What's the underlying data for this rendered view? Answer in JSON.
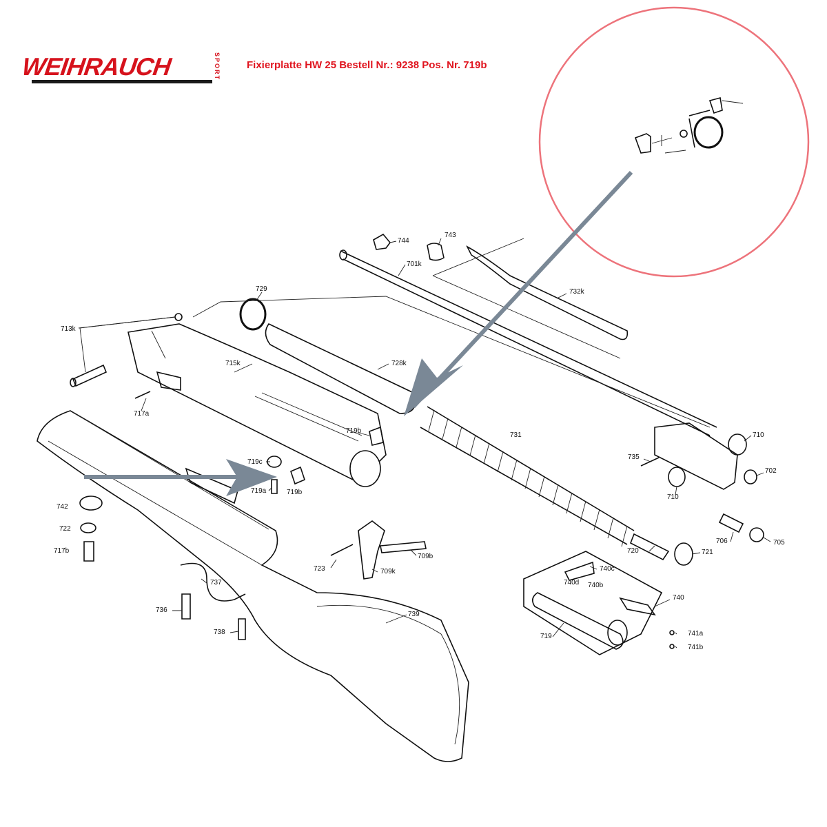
{
  "brand": {
    "name": "WEIHRAUCH",
    "sub": "SPORT",
    "color": "#d6121c"
  },
  "header": {
    "title": "Fixierplatte HW 25 Bestell Nr.: 9238 Pos. Nr. 719b",
    "color": "#e0141e"
  },
  "highlight": {
    "circle_color": "#e8505a",
    "arrow_color": "#7a8896"
  },
  "labels": {
    "p744": "744",
    "p743": "743",
    "p701k": "701k",
    "p732k": "732k",
    "p729": "729",
    "p713k": "713k",
    "p715k": "715k",
    "p728k": "728k",
    "p717a": "717a",
    "p719b_top": "719b",
    "p719c": "719c",
    "p719a": "719a",
    "p719b": "719b",
    "p731": "731",
    "p710_top": "710",
    "p735": "735",
    "p710_bottom": "710",
    "p702": "702",
    "p742": "742",
    "p722": "722",
    "p717b": "717b",
    "p706": "706",
    "p705": "705",
    "p720": "720",
    "p721": "721",
    "p709b": "709b",
    "p723": "723",
    "p709k": "709k",
    "p740c": "740c",
    "p740d": "740d",
    "p740b": "740b",
    "p740": "740",
    "p737": "737",
    "p736": "736",
    "p738": "738",
    "p739": "739",
    "p719": "719",
    "p741a": "741a",
    "p741b": "741b"
  }
}
